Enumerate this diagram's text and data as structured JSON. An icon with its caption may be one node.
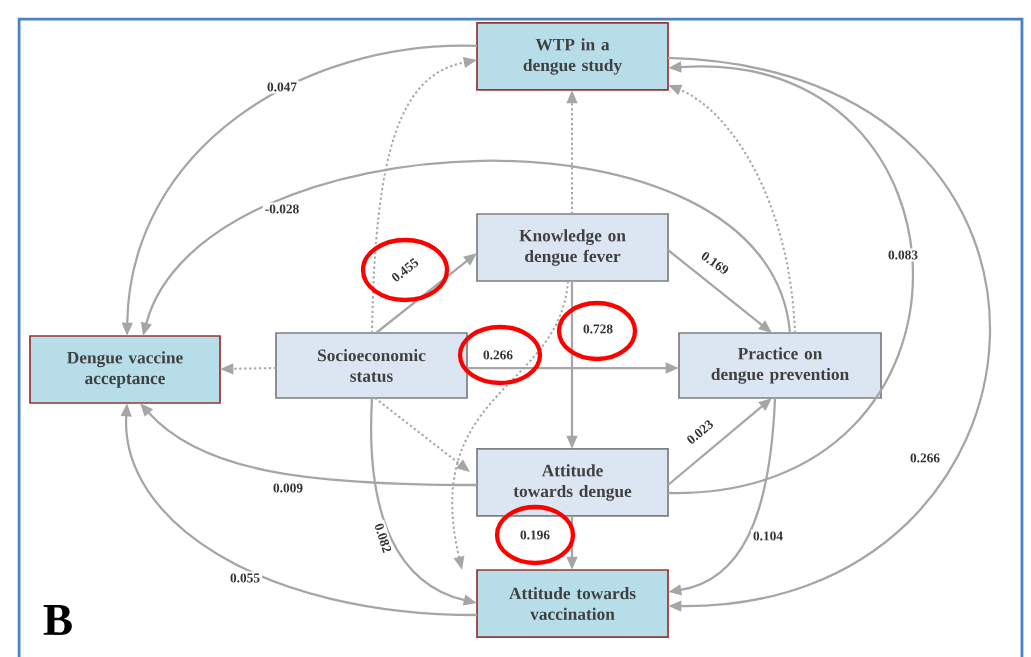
{
  "diagram": {
    "nodes": [
      {
        "text": [
          "WTP in a dengue study"
        ]
      },
      {
        "text": [
          "Knowledge on dengue fever"
        ]
      },
      {
        "text": [
          "Dengue vaccine acceptance"
        ]
      },
      {
        "text": [
          "Socioeconomic status"
        ]
      },
      {
        "text": [
          "Practice on dengue prevention"
        ]
      },
      {
        "text": [
          "Attitude towards dengue"
        ]
      },
      {
        "text": [
          "Attitude towards vaccination"
        ]
      }
    ],
    "edges": [
      {
        "from": 0,
        "to": 2,
        "arrow": "to",
        "label": "0.047"
      },
      {
        "from": 4,
        "to": 2,
        "arrow": "to",
        "label": "-0.028"
      },
      {
        "from": 3,
        "to": 0,
        "arrow": "to",
        "style": "dashed"
      },
      {
        "from": 3,
        "to": 1,
        "arrow": "to",
        "label": "0.455"
      },
      {
        "from": 1,
        "to": 0,
        "arrow": "to",
        "style": "dashed"
      },
      {
        "from": 1,
        "to": 4,
        "arrow": "to",
        "label": "0.169"
      },
      {
        "from": 1,
        "to": 5,
        "arrow": "to",
        "label": "0.728"
      },
      {
        "from": 3,
        "to": 2,
        "arrow": "to",
        "style": "dashed"
      },
      {
        "from": 3,
        "to": 4,
        "arrow": "to",
        "label": "0.266"
      },
      {
        "from": 4,
        "to": 0,
        "arrow": "to",
        "style": "dashed"
      },
      {
        "from": 5,
        "to": 0,
        "arrow": "to",
        "label": "0.083"
      },
      {
        "from": 0,
        "to": 6,
        "arrow": "to",
        "label": "0.266"
      },
      {
        "from": 5,
        "to": 2,
        "arrow": "to",
        "label": "0.009"
      },
      {
        "from": 6,
        "to": 2,
        "arrow": "to",
        "label": "0.055"
      },
      {
        "from": 3,
        "to": 5,
        "arrow": "to",
        "style": "dashed"
      },
      {
        "from": 3,
        "to": 6,
        "arrow": "to",
        "label": "0.082"
      },
      {
        "from": 1,
        "to": 6,
        "arrow": "to",
        "style": "dashed"
      },
      {
        "from": 5,
        "to": 4,
        "arrow": "to",
        "label": "0.023"
      },
      {
        "from": 5,
        "to": 6,
        "arrow": "to",
        "label": "0.196"
      },
      {
        "from": 4,
        "to": 6,
        "arrow": "to",
        "label": "0.104"
      }
    ],
    "labels": [
      "B"
    ]
  }
}
